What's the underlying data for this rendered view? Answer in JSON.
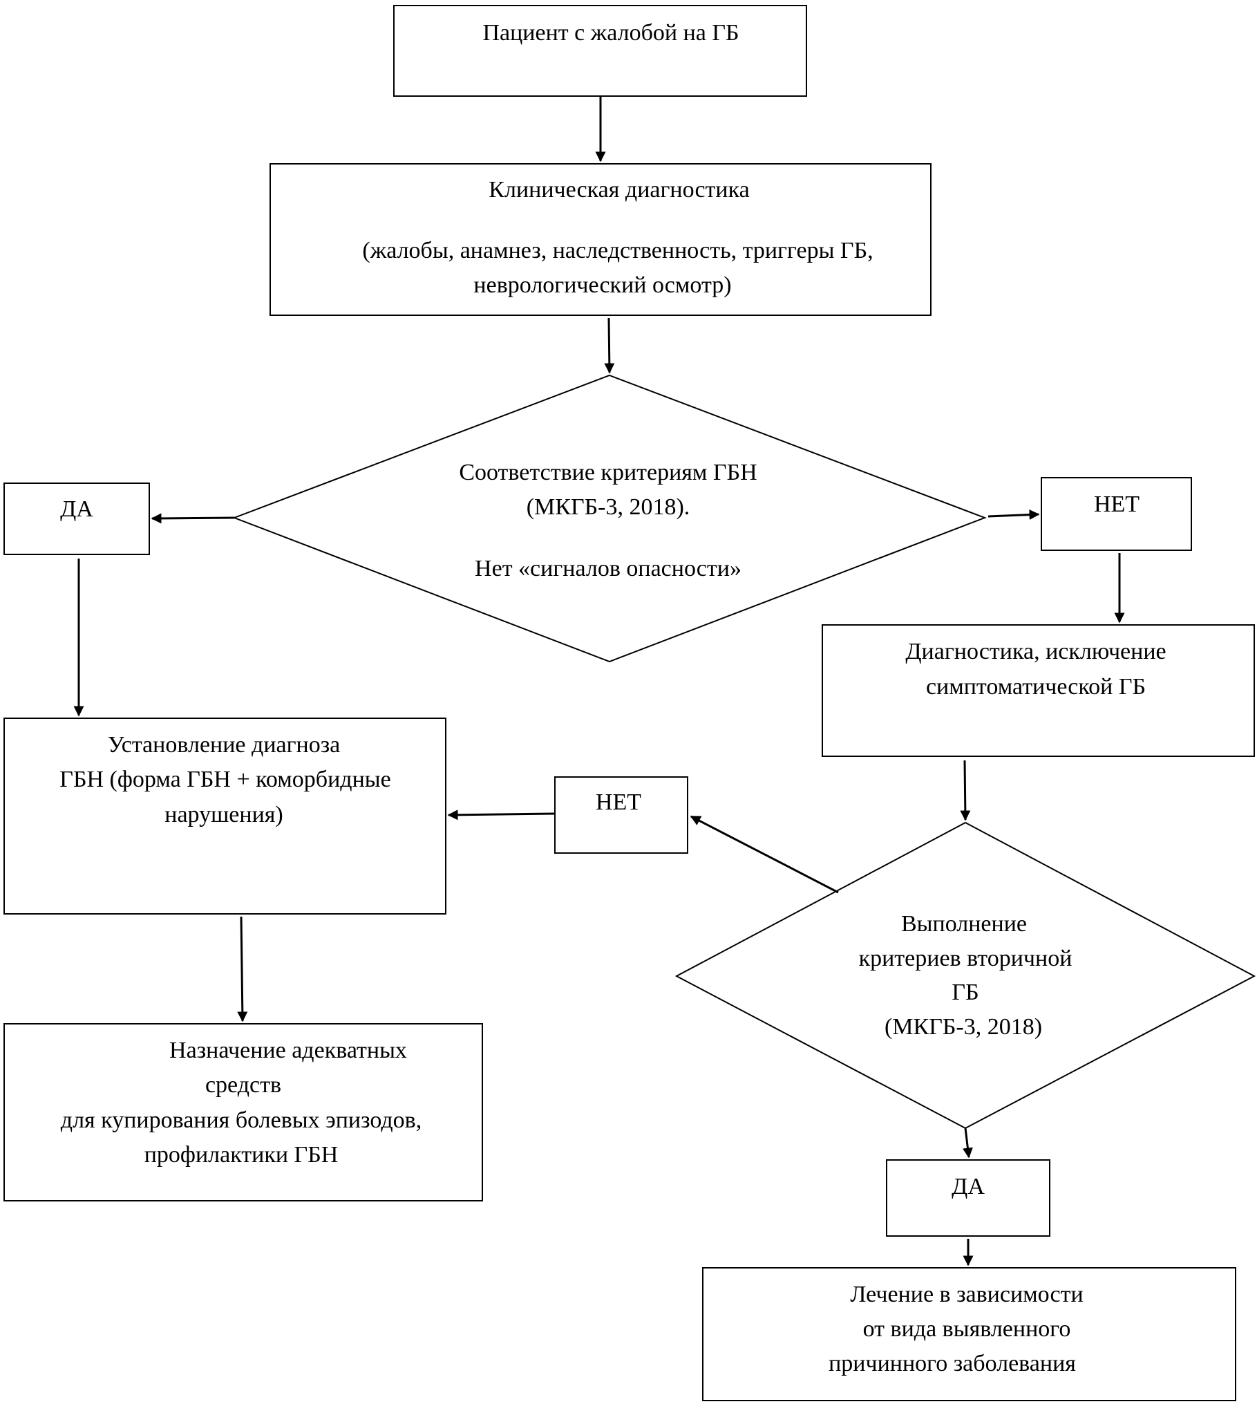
{
  "nodes": {
    "patient": {
      "lines": [
        "Пациент с жалобой на ГБ"
      ]
    },
    "clinical": {
      "lines": [
        "Клиническая диагностика",
        "(жалобы, анамнез, наследственность, триггеры ГБ,",
        "неврологический осмотр)"
      ]
    },
    "decision1": {
      "lines": [
        "Соответствие критериям ГБН",
        "(МКГБ-3, 2018).",
        "Нет «сигналов опасности»"
      ]
    },
    "yes1": {
      "lines": [
        "ДА"
      ]
    },
    "no1": {
      "lines": [
        "НЕТ"
      ]
    },
    "exclusion": {
      "lines": [
        "Диагностика, исключение",
        "симптоматической ГБ"
      ]
    },
    "diagnosis": {
      "lines": [
        "Установление диагноза",
        "ГБН (форма ГБН + коморбидные",
        "нарушения)"
      ]
    },
    "no2": {
      "lines": [
        "НЕТ"
      ]
    },
    "decision2": {
      "lines": [
        "Выполнение",
        "критериев вторичной",
        "ГБ",
        "(МКГБ-3, 2018)"
      ]
    },
    "treatment1": {
      "lines": [
        "Назначение адекватных",
        "средств",
        "для купирования болевых эпизодов,",
        "профилактики ГБН"
      ]
    },
    "yes2": {
      "lines": [
        "ДА"
      ]
    },
    "treatment2": {
      "lines": [
        "Лечение в зависимости",
        "от вида выявленного",
        "причинного заболевания"
      ]
    }
  }
}
